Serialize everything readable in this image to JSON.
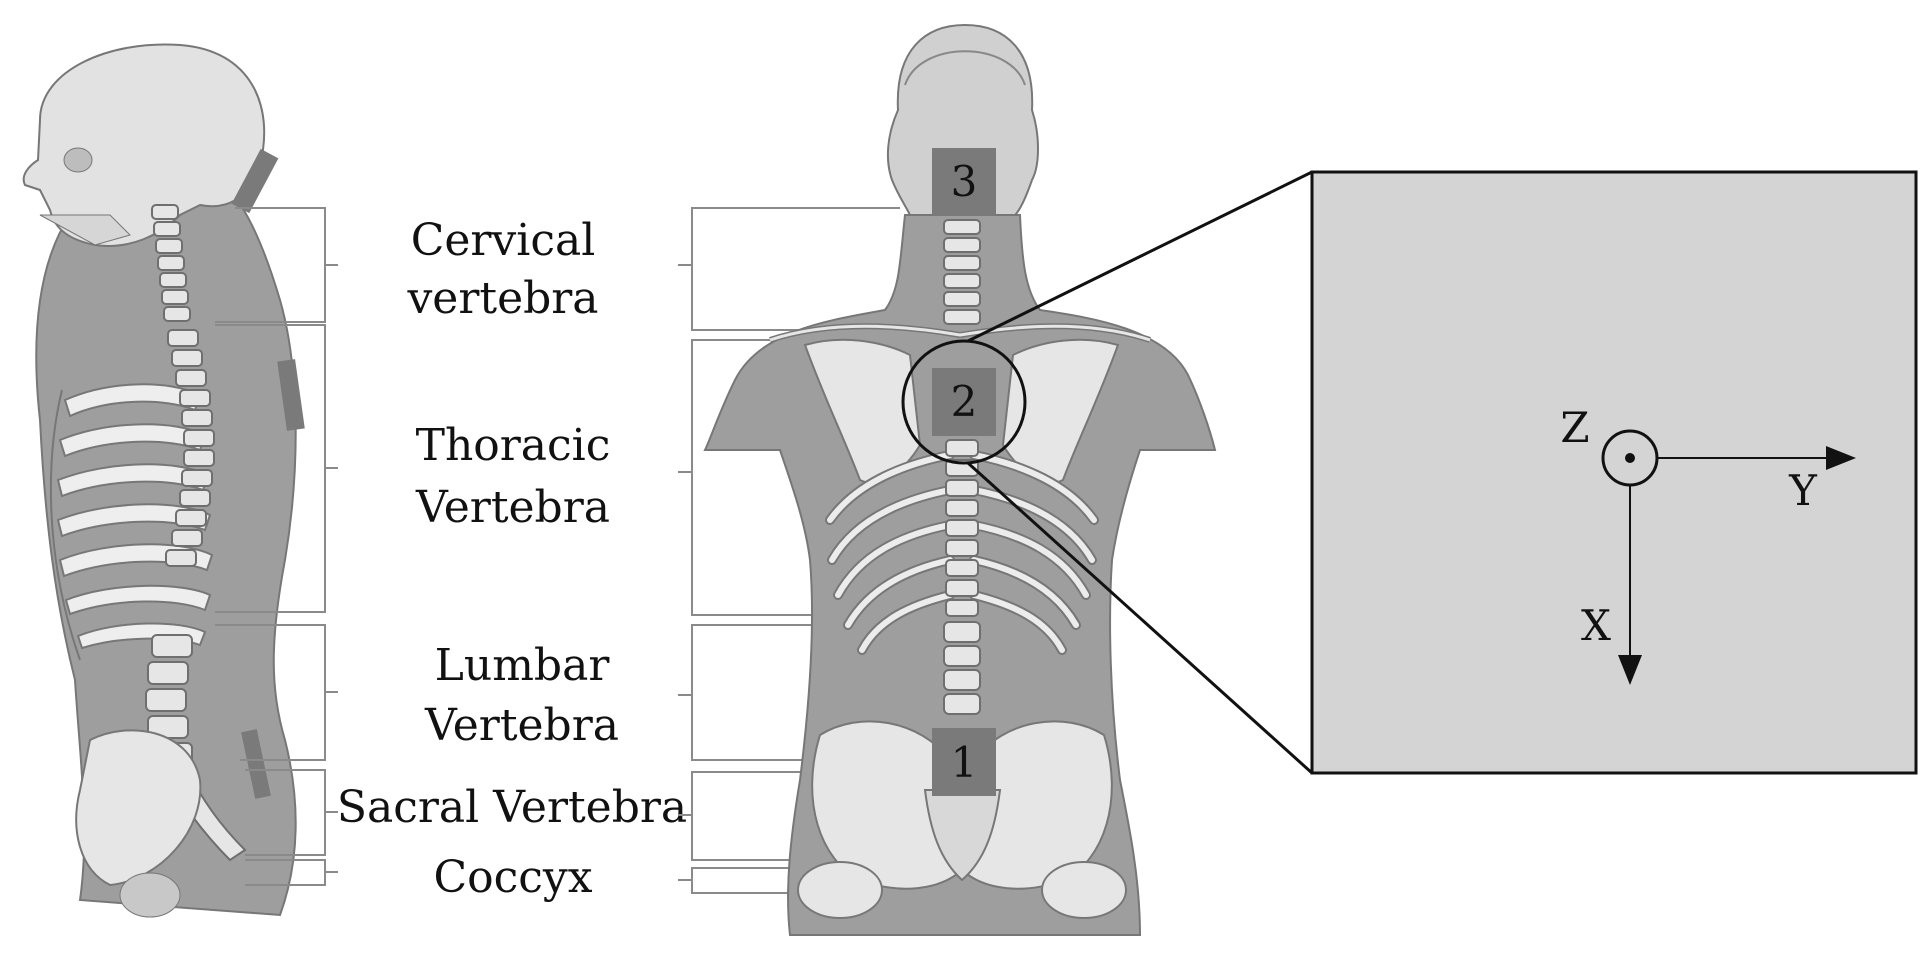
{
  "labels": {
    "cervical_line1": "Cervical",
    "cervical_line2": "vertebra",
    "thoracic_line1": "Thoracic",
    "thoracic_line2": "Vertebra",
    "lumbar_line1": "Lumbar",
    "lumbar_line2": "Vertebra",
    "sacral": "Sacral Vertebra",
    "coccyx": "Coccyx"
  },
  "markers": {
    "m1": "1",
    "m2": "2",
    "m3": "3"
  },
  "axes": {
    "z": "Z",
    "y": "Y",
    "x": "X"
  },
  "colors": {
    "body_fill": "#9e9e9e",
    "bone_fill": "#e6e6e6",
    "bone_stroke": "#6f6f6f",
    "sensor_fill": "#7a7a7a",
    "zoom_panel": "#d4d4d4",
    "bracket": "#8a8a8a"
  }
}
